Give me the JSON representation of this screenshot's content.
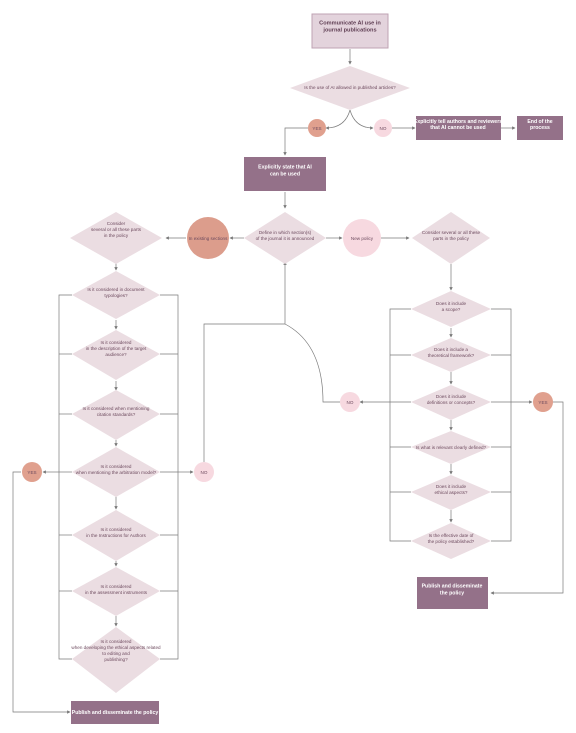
{
  "colors": {
    "start_fill": "#e3d3dc",
    "start_stroke": "#bfa3b3",
    "box_fill": "#947189",
    "diamond_fill": "#ebdde2",
    "yes_fill": "#e0a08e",
    "no_fill": "#f7d9e0",
    "existing_fill": "#dc9d8c",
    "newpolicy_fill": "#f7d9e0",
    "line": "#7a7a7a"
  },
  "nodes": {
    "start": {
      "lines": [
        "Communicate AI use in",
        "journal publications"
      ]
    },
    "q_allowed": {
      "lines": [
        "Is the use of AI allowed in published articles?"
      ]
    },
    "yes_top": {
      "lines": [
        "YES"
      ]
    },
    "no_top": {
      "lines": [
        "NO"
      ]
    },
    "tell_authors": {
      "lines": [
        "Explicitly tell authors and reviewers",
        "that AI cannot be used"
      ]
    },
    "end_process": {
      "lines": [
        "End of the",
        "process"
      ]
    },
    "state_used": {
      "lines": [
        "Explicitly state that AI",
        "can be used"
      ]
    },
    "define_sections": {
      "lines": [
        "Define in which section(s)",
        "of the journal it is announced"
      ]
    },
    "existing": {
      "lines": [
        "In existing sections"
      ]
    },
    "new_policy": {
      "lines": [
        "New policy"
      ]
    },
    "left_consider": {
      "lines": [
        "Consider",
        "several or all these parts",
        "in the policy"
      ]
    },
    "right_consider": {
      "lines": [
        "Consider several or all these",
        "parts in the policy"
      ]
    },
    "l1": {
      "lines": [
        "Is it considered in document",
        "typologies?"
      ]
    },
    "l2": {
      "lines": [
        "Is it considered",
        "in the description of the target",
        "audience?"
      ]
    },
    "l3": {
      "lines": [
        "Is it considered when mentioning",
        "citation standards?"
      ]
    },
    "l4": {
      "lines": [
        "Is it considered",
        "when mentioning the arbitration model?"
      ]
    },
    "l5": {
      "lines": [
        "Is it considered",
        "in the Instructions for Authors"
      ]
    },
    "l6": {
      "lines": [
        "Is it considered",
        "in the assessment instruments"
      ]
    },
    "l7": {
      "lines": [
        "Is it considered",
        "when developing the ethical aspects related",
        "to editing and",
        "publishing?"
      ]
    },
    "r1": {
      "lines": [
        "Does it include",
        "a scope?"
      ]
    },
    "r2": {
      "lines": [
        "Does it include a",
        "theoretical framework?"
      ]
    },
    "r3": {
      "lines": [
        "Does it include",
        "definitions or concepts?"
      ]
    },
    "r4": {
      "lines": [
        "Is what is relevant clearly defined?"
      ]
    },
    "r5": {
      "lines": [
        "Does it include",
        "ethical aspects?"
      ]
    },
    "r6": {
      "lines": [
        "Is the effective date of",
        "the policy established?"
      ]
    },
    "yes_left": {
      "lines": [
        "YES"
      ]
    },
    "no_left": {
      "lines": [
        "NO"
      ]
    },
    "no_right": {
      "lines": [
        "NO"
      ]
    },
    "yes_right": {
      "lines": [
        "YES"
      ]
    },
    "publish_left": {
      "lines": [
        "Publish and disseminate the policy"
      ]
    },
    "publish_right": {
      "lines": [
        "Publish and disseminate",
        "the policy"
      ]
    }
  }
}
